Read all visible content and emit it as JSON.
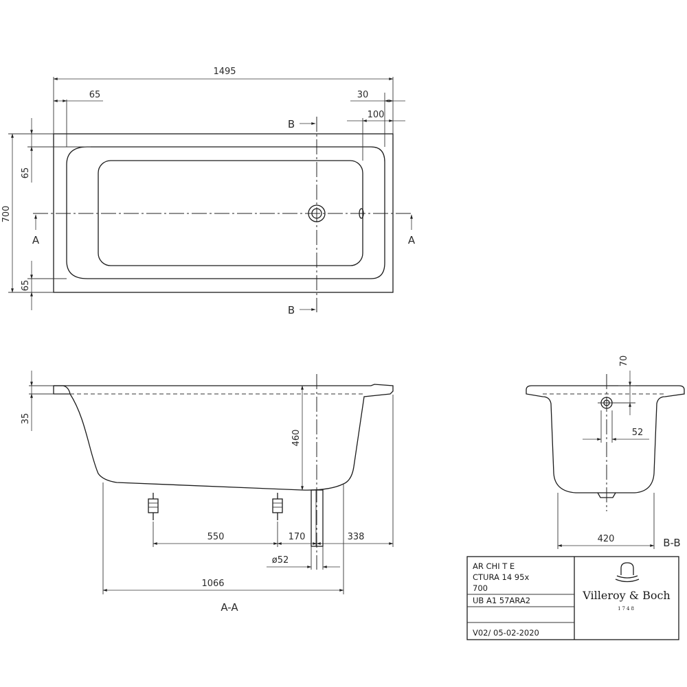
{
  "plan_view": {
    "dim_overall_length": "1495",
    "dim_rim_left": "65",
    "dim_rim_right": "30",
    "dim_drain_offset": "100",
    "dim_overall_width": "700",
    "dim_rim_top": "65",
    "dim_rim_bottom": "65",
    "section_a_left": "A",
    "section_a_right": "A",
    "section_b_top": "B",
    "section_b_bottom": "B"
  },
  "section_aa": {
    "dim_rim_height": "35",
    "dim_depth": "460",
    "dim_feet_spacing": "550",
    "dim_foot_to_drain": "170",
    "dim_drain_to_end": "338",
    "dim_drain_diameter": "ø52",
    "dim_bottom_length": "1066",
    "label": "A-A"
  },
  "section_bb": {
    "dim_overflow_height": "70",
    "dim_overflow_diameter": "52",
    "dim_bottom_width": "420",
    "label": "B-B"
  },
  "title_block": {
    "line1": "AR CHI T E",
    "line2": "CTURA 14 95x",
    "line3": "700",
    "code": "UB A1 57ARA2",
    "version": "V02/ 05-02-2020",
    "brand": "Villeroy & Boch",
    "brand_year": "1748"
  }
}
